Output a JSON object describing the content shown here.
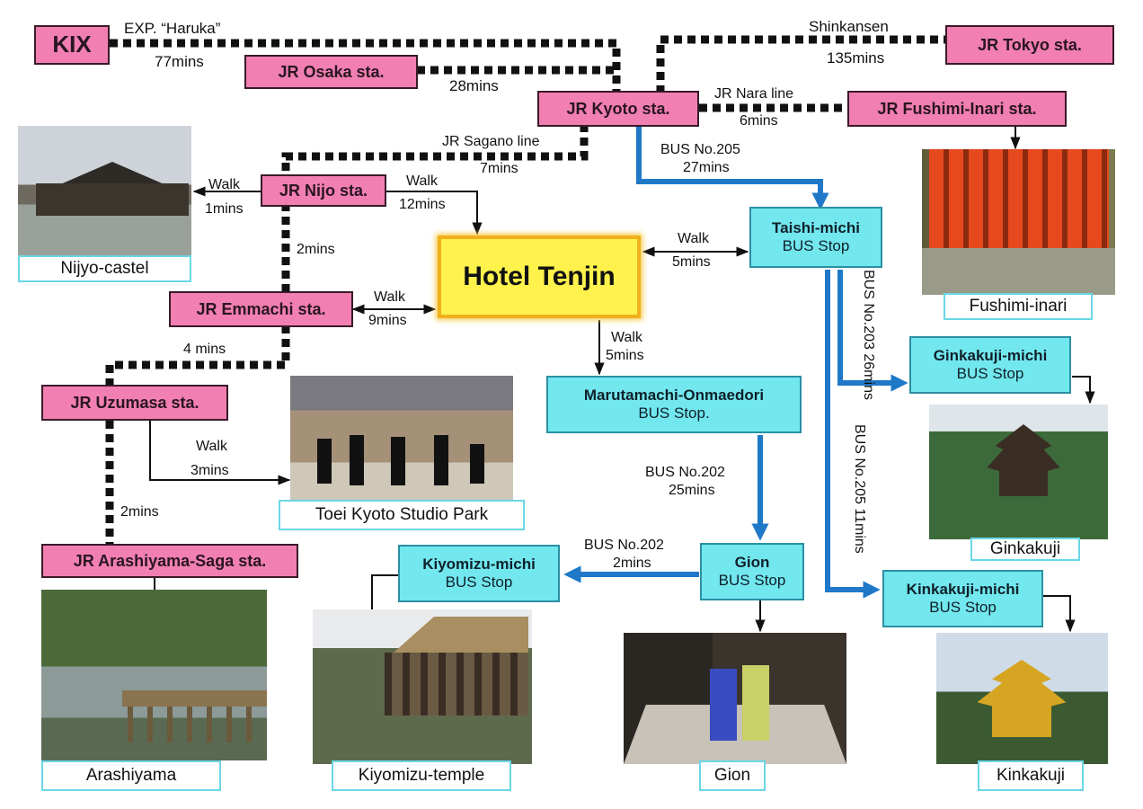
{
  "colors": {
    "station": "#f17fb2",
    "bus_stop": "#72e7ee",
    "hotel": "#fff24c",
    "bus_route": "#1f78c8",
    "rail": "#111111"
  },
  "hotel": {
    "label": "Hotel Tenjin"
  },
  "stations": {
    "kix": "KIX",
    "osaka": "JR Osaka sta.",
    "kyoto": "JR Kyoto sta.",
    "tokyo": "JR Tokyo sta.",
    "fushimi": "JR Fushimi-Inari sta.",
    "nijo": "JR Nijo sta.",
    "emmachi": "JR Emmachi sta.",
    "uzumasa": "JR Uzumasa sta.",
    "arashiyama": "JR Arashiyama-Saga sta."
  },
  "bus_stops": {
    "taishi": {
      "name": "Taishi-michi",
      "type": "BUS Stop"
    },
    "marutamachi": {
      "name": "Marutamachi-Onmaedori",
      "type": "BUS Stop."
    },
    "gion": {
      "name": "Gion",
      "type": "BUS Stop"
    },
    "kiyomizu": {
      "name": "Kiyomizu-michi",
      "type": "BUS Stop"
    },
    "ginkakuji": {
      "name": "Ginkakuji-michi",
      "type": "BUS Stop"
    },
    "kinkakuji": {
      "name": "Kinkakuji-michi",
      "type": "BUS Stop"
    }
  },
  "routes": {
    "haruka": {
      "line": "EXP. “Haruka”",
      "time": "77mins"
    },
    "osaka_kyoto": {
      "time": "28mins"
    },
    "shinkansen": {
      "line": "Shinkansen",
      "time": "135mins"
    },
    "nara": {
      "line": "JR Nara line",
      "time": "6mins"
    },
    "sagano": {
      "line": "JR Sagano line",
      "time": "7mins"
    },
    "bus205_taishi": {
      "line": "BUS No.205",
      "time": "27mins"
    },
    "walk_nijo_castle": {
      "line": "Walk",
      "time": "1mins"
    },
    "walk_nijo_hotel": {
      "line": "Walk",
      "time": "12mins"
    },
    "nijo_emmachi": {
      "time": "2mins"
    },
    "walk_taishi_hotel": {
      "line": "Walk",
      "time": "5mins"
    },
    "walk_emmachi_hotel": {
      "line": "Walk",
      "time": "9mins"
    },
    "emmachi_uzumasa": {
      "time": "4 mins"
    },
    "walk_hotel_marutamachi": {
      "line": "Walk",
      "time": "5mins"
    },
    "walk_uzumasa_toei": {
      "line": "Walk",
      "time": "3mins"
    },
    "bus202_gion": {
      "line": "BUS No.202",
      "time": "25mins"
    },
    "uzumasa_arashiyama": {
      "time": "2mins"
    },
    "bus202_kiyomizu": {
      "line": "BUS No.202",
      "time": "2mins"
    },
    "bus203_ginkakuji": {
      "text": "BUS No.203 26mins"
    },
    "bus205_kinkakuji": {
      "text": "BUS No.205 11mins"
    }
  },
  "places": {
    "nijo_castle": "Nijyo-castel",
    "fushimi_inari": "Fushimi-inari",
    "ginkakuji": "Ginkakuji",
    "toei": "Toei Kyoto Studio Park",
    "arashiyama": "Arashiyama",
    "kiyomizu": "Kiyomizu-temple",
    "gion": "Gion",
    "kinkakuji": "Kinkakuji"
  }
}
